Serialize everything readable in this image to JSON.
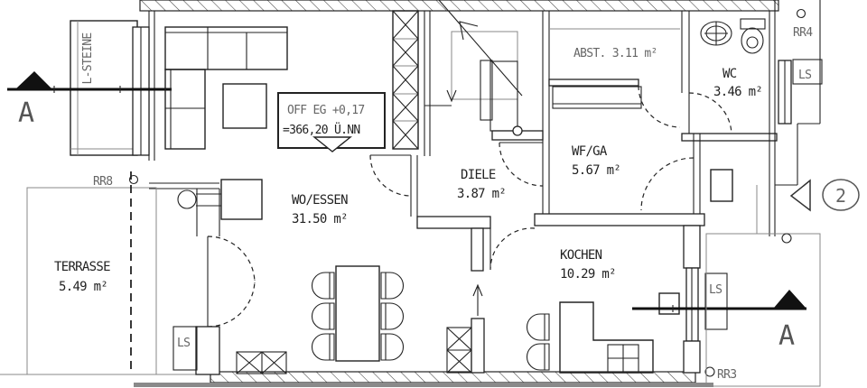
{
  "rooms": {
    "terrasse": {
      "name": "TERRASSE",
      "area": "5.49 m²"
    },
    "wohn_essen": {
      "name": "WO/ESSEN",
      "area": "31.50 m²"
    },
    "diele": {
      "name": "DIELE",
      "area": "3.87 m²"
    },
    "kochen": {
      "name": "KOCHEN",
      "area": "10.29 m²"
    },
    "wf_ga": {
      "name": "WF/GA",
      "area": "5.67 m²"
    },
    "abstellraum": {
      "label": "ABST. 3.11 m²"
    },
    "wc": {
      "name": "WC",
      "area": "3.46 m²"
    }
  },
  "elevation_box": {
    "line1": "OFF EG +0,17",
    "line2": "=366,20 Ü.NN"
  },
  "annotations": {
    "l_steine": "L-STEINE",
    "rr8": "RR8",
    "rr3": "RR3",
    "rr4": "RR4",
    "ls": "LS",
    "section_letter": "A",
    "entrance_number": "2"
  },
  "colors": {
    "line": "#222222",
    "gray": "#777777",
    "section": "#111111",
    "text_gray": "#666666"
  }
}
